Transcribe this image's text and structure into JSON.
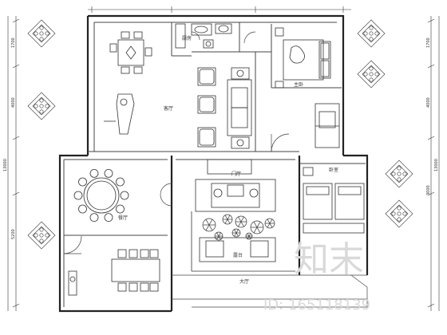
{
  "rooms": {
    "living_room": "客厅",
    "kitchen": "厨房",
    "master_bedroom": "主卧",
    "bedroom": "卧室",
    "dining": "餐厅",
    "entry": "门厅",
    "lobby": "大厅",
    "terrace": "露台"
  },
  "dimensions": {
    "left_1": "1700",
    "left_2": "4000",
    "left_3": "13000",
    "left_4": "5200",
    "right_1": "1700",
    "right_2": "4000",
    "right_3": "13000",
    "right_4": "3000"
  },
  "watermark": {
    "brand": "知末",
    "id": "ID: 165118139"
  }
}
